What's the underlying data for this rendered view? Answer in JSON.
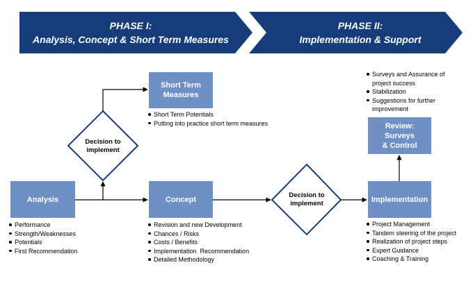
{
  "phases": [
    {
      "line1": "PHASE I:",
      "line2": "Analysis, Concept & Short Term Measures"
    },
    {
      "line1": "PHASE II:",
      "line2": "Implementation & Support"
    }
  ],
  "nodes": {
    "analysis": "Analysis",
    "concept": "Concept",
    "short_term": "Short Term\nMeasures",
    "implementation": "Implementation",
    "review": "Review:\nSurveys\n& Control",
    "decision1": "Decision to\nimplement",
    "decision2": "Decision to\nimplement"
  },
  "bullets": {
    "short_term": [
      "Short Term Potentials",
      "Putting into practice short term measures"
    ],
    "analysis": [
      "Performance",
      "Strength/Weaknesses",
      "Potentials",
      "First Recommendation"
    ],
    "concept": [
      "Revision and new Development",
      "Chances / Risks",
      "Costs / Benefits",
      "Implementation  Recommendation",
      "Detailed Methodology"
    ],
    "review": [
      "Surveys and Assurance of project success",
      "Stabilization",
      "Suggestions for further improvement"
    ],
    "implementation": [
      "Project Management",
      "Tandem steering of the project",
      "Realization of project steps",
      "Expert Guidance",
      "Coaching & Training"
    ]
  },
  "colors": {
    "phase_banner": "#163d7a",
    "box_fill": "#6f90c4",
    "diamond_border": "#163d7a",
    "line": "#000000"
  }
}
